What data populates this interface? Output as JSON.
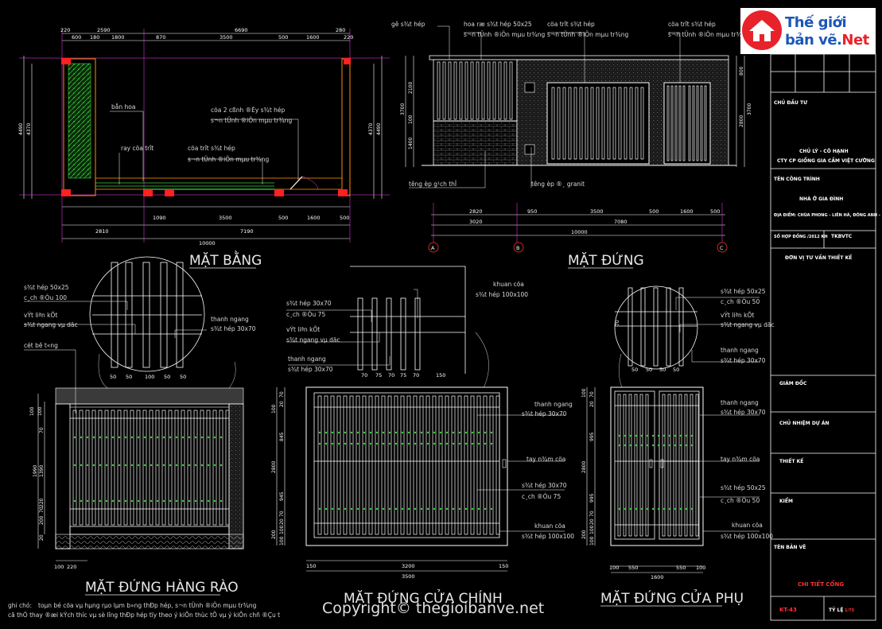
{
  "logo": {
    "line1": "Thế giới",
    "line2a": "bản vẽ.",
    "line2b": "Net"
  },
  "copyright": "Copyright© thegioibanve.net",
  "titles": {
    "plan": "MẶT BẰNG",
    "elevation": "MẶT ĐỨNG",
    "fence": "MẶT ĐỨNG HÀNG RÀO",
    "main_gate": "MẶT ĐỨNG CỬA CHÍNH",
    "side_gate": "MẶT ĐỨNG CỬA PHỤ"
  },
  "plan": {
    "top_dims": [
      "220",
      "2590",
      "6690",
      "280",
      "220",
      "600",
      "180",
      "1800",
      "870",
      "3500",
      "500",
      "1600"
    ],
    "bottom_dims": [
      "1090",
      "3500",
      "500",
      "1600",
      "500",
      "2810",
      "7190",
      "10000"
    ],
    "left_dims": [
      "4490",
      "4370"
    ],
    "right_dims": [
      "4370",
      "4490"
    ],
    "labels": [
      "bån hoa",
      "cöa 2 cßnh ®Èy s¾t hép",
      "s¬n tÜnh ®iÖn mµu tr¾ng",
      "ray cöa tr­ît",
      "cöa tr­ît s¾t hép",
      "s¬n tÜnh ®iÖn mµu tr¾ng"
    ]
  },
  "elevation": {
    "labels": [
      "gê s¾t hép",
      "hoa ræ s¾t hép 50x25",
      "s¬n tÜnh ®iÖn mµu tr¾ng",
      "cöa tr­ît s¾t hép",
      "s¬n tÜnh ®iÖn mµu tr¾ng",
      "cöa tr­ît s¾t hép",
      "s¬n tÜnh ®iÖn mµu tr¾ng",
      "t­êng èp g¹ch thÎ",
      "t­êng èp ®¸ granit"
    ],
    "left_dims": [
      "3700",
      "2100",
      "100",
      "1400"
    ],
    "right_dims": [
      "800",
      "3700",
      "2800"
    ],
    "bottom_dims": [
      "2820",
      "950",
      "3500",
      "500",
      "1600",
      "500",
      "3020",
      "7080",
      "10000"
    ],
    "axes": [
      "A",
      "B",
      "C"
    ]
  },
  "fence": {
    "detail_labels": [
      "s¾t hép 50x25",
      "c¸ch ®Òu 100",
      "vÝt liªn kÕt",
      "s¾t ngang vµ däc",
      "thanh ngang",
      "s¾t hép 30x70"
    ],
    "cot_label": "cét bê t«ng",
    "detail_dims": [
      "50",
      "50",
      "100",
      "50",
      "50"
    ],
    "left_dims": [
      "100",
      "100",
      "1990",
      "1390",
      "200",
      "70",
      "20",
      "70",
      "220"
    ],
    "bottom_dims": [
      "100",
      "220"
    ],
    "row_dims": "220"
  },
  "main_gate": {
    "detail_labels": [
      "khuan cöa",
      "s¾t hép 100x100",
      "s¾t hép 30x70",
      "c¸ch ®Òu 75",
      "vÝt liªn kÕt",
      "s¾t ngang vµ däc",
      "thanh ngang",
      "s¾t hép 30x70"
    ],
    "detail_dims": [
      "70",
      "75",
      "70",
      "75",
      "70",
      "150"
    ],
    "right_labels": [
      "thanh ngang",
      "s¾t hép 30x70",
      "tay n¾m cöa",
      "s¾t hép 30x70",
      "c¸ch ®Òu 75",
      "khuan cöa",
      "s¾t hép 100x100"
    ],
    "left_dims": [
      "100",
      "70",
      "20",
      "845",
      "2800",
      "945",
      "70",
      "20",
      "100",
      "200",
      "100"
    ],
    "bottom_dims": [
      "150",
      "3200",
      "150",
      "3500"
    ]
  },
  "side_gate": {
    "detail_labels": [
      "s¾t hép 50x25",
      "c¸ch ®Òu 50",
      "vÝt liªn kÕt",
      "s¾t ngang vµ däc",
      "thanh ngang",
      "s¾t hép 30x70"
    ],
    "detail_dims": [
      "50",
      "50",
      "50",
      "50",
      "70"
    ],
    "right_labels": [
      "thanh ngang",
      "s¾t hép 30x70",
      "tay n¾m cöa",
      "s¾t hép 50x25",
      "c¸ch ®Òu 50",
      "khuan cöa",
      "s¾t hép 100x100"
    ],
    "left_dims": [
      "100",
      "70",
      "20",
      "995",
      "2800",
      "995",
      "70",
      "20",
      "100",
      "200",
      "100"
    ],
    "bottom_dims": [
      "100",
      "550",
      "1600",
      "550",
      "100"
    ]
  },
  "note": {
    "label": "ghi chó:",
    "line1": "toµn bé cöa vµ hµng rµo lµm b»ng thÐp hép, s¬n tÜnh ®iÖn mµu tr¾ng",
    "line2": "cã thÓ thay ®æi kÝch th­íc vµ sè l­îng thÐp hép tïy theo ý kiÕn thùc tÕ vµ ý kiÕn chñ ®Çu t­"
  },
  "title_block": {
    "owner_label": "CHỦ ĐẦU TƯ",
    "owner_name1": "CHỦ LÝ - CÔ HẠNH",
    "owner_name2": "CTY CP GIỐNG GIA CẦM VIỆT CƯỜNG",
    "project_label": "TÊN CÔNG TRÌNH",
    "project_name": "NHÀ Ở GIA ĐÌNH",
    "location": "ĐỊA ĐIỂM: CHÙA PHONG - LIÊN HÀ, ĐÔNG ANH - HÀ NỘI",
    "contract_label": "SỐ HỢP ĐỒNG /2012 KH",
    "contract_code": "TKBVTC",
    "design_unit": "ĐƠN VỊ TƯ VẤN THIẾT KẾ",
    "director": "GIÁM ĐỐC",
    "manager": "CHỦ NHIỆM DỰ ÁN",
    "designer": "THIẾT KẾ",
    "checker": "KIỂM",
    "drawing_label": "TÊN BẢN VẼ",
    "drawing_name": "CHI TIẾT CỔNG",
    "sheet": "KT-43",
    "scale_label": "TỶ LỆ",
    "scale": "1/75"
  }
}
